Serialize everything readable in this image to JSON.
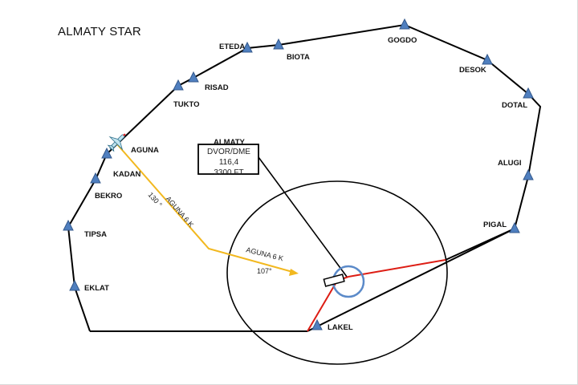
{
  "title": "ALMATY STAR",
  "station": {
    "name": "ALMATY",
    "type": "DVOR/DME",
    "frequency": "116,4",
    "altitude": "3300 FT"
  },
  "waypoints": [
    "GOGDO",
    "DESOK",
    "DOTAL",
    "ALUGI",
    "PIGAL",
    "LAKEL",
    "EKLAT",
    "TIPSA",
    "BEKRO",
    "KADAN",
    "AGUNA",
    "TUKTO",
    "RISAD",
    "ETEDA",
    "BIOTA"
  ],
  "route_labels": {
    "leg1": "AGUNA 6 K",
    "leg1_course": "130 °",
    "leg2": "AGUNA 6 K",
    "leg2_course": "107°"
  },
  "colors": {
    "route": "#000000",
    "arrival": "#f2b81f",
    "final": "#dd1d14",
    "marker": "#4f7fbf",
    "marker_stroke": "#34598c",
    "circle": "#5b8ac9"
  },
  "icons": [
    "waypoint-triangle-icon",
    "aircraft-icon"
  ]
}
